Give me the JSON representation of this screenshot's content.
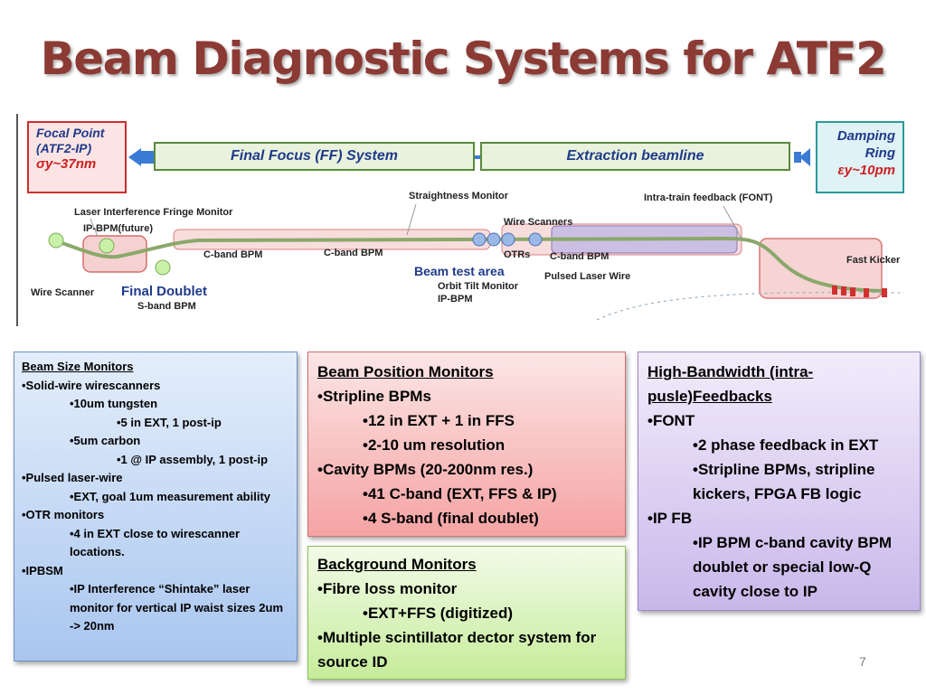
{
  "title": "Beam Diagnostic Systems for ATF2",
  "diagram": {
    "focal_point": [
      "Focal Point",
      "(ATF2-IP)",
      "σy~37nm"
    ],
    "damping_ring": [
      "Damping",
      "Ring",
      "εy~10pm"
    ],
    "ff_system": "Final Focus (FF) System",
    "extraction": "Extraction beamline",
    "labels": {
      "straightness": "Straightness Monitor",
      "font": "Intra-train feedback (FONT)",
      "laser_fringe": "Laser Interference Fringe Monitor",
      "ip_bpm_future": "IP-BPM(future)",
      "cband1": "C-band BPM",
      "cband2": "C-band BPM",
      "wire_scanners": "Wire Scanners",
      "otrs": "OTRs",
      "cband3": "C-band BPM",
      "pulsed_laser": "Pulsed Laser Wire",
      "fast_kicker": "Fast Kicker",
      "wire_scanner": "Wire Scanner",
      "final_doublet": "Final Doublet",
      "sband": "S-band BPM",
      "beam_test": "Beam test area",
      "orbit_tilt": "Orbit Tilt Monitor",
      "ip_bpm": "IP-BPM"
    }
  },
  "panels": {
    "beam_size": {
      "title": "Beam Size Monitors",
      "items": [
        "•Solid-wire wirescanners",
        "•10um tungsten",
        "•5 in EXT, 1 post-ip",
        "•5um carbon",
        "•1 @ IP assembly, 1 post-ip",
        "•Pulsed laser-wire",
        "•EXT, goal 1um measurement ability",
        "•OTR monitors",
        "•4 in EXT close to wirescanner locations.",
        "•IPBSM",
        "•IP Interference “Shintake” laser monitor for vertical IP waist sizes 2um -> 20nm"
      ]
    },
    "beam_position": {
      "title": "Beam Position Monitors",
      "items": [
        "•Stripline BPMs",
        "•12 in EXT + 1 in FFS",
        "•2-10 um resolution",
        "•Cavity BPMs (20-200nm res.)",
        "•41 C-band (EXT, FFS & IP)",
        "•4 S-band (final doublet)"
      ]
    },
    "background": {
      "title": "Background Monitors",
      "items": [
        "•Fibre loss monitor",
        "•EXT+FFS (digitized)",
        "•Multiple scintillator dector system for source ID"
      ]
    },
    "feedbacks": {
      "title": "High-Bandwidth (intra-pusle)Feedbacks",
      "items": [
        "•FONT",
        "•2 phase feedback in EXT",
        "•Stripline BPMs, stripline kickers, FPGA FB logic",
        "•IP FB",
        "•IP BPM c-band cavity BPM doublet or special low-Q cavity close to IP"
      ]
    }
  },
  "page_number": "7",
  "colors": {
    "title": "#8c3a34",
    "blue_panel": "#a9c6ef",
    "red_panel": "#f5a3a3",
    "green_panel": "#c6ec9a",
    "purple_panel": "#c8b8ea"
  }
}
